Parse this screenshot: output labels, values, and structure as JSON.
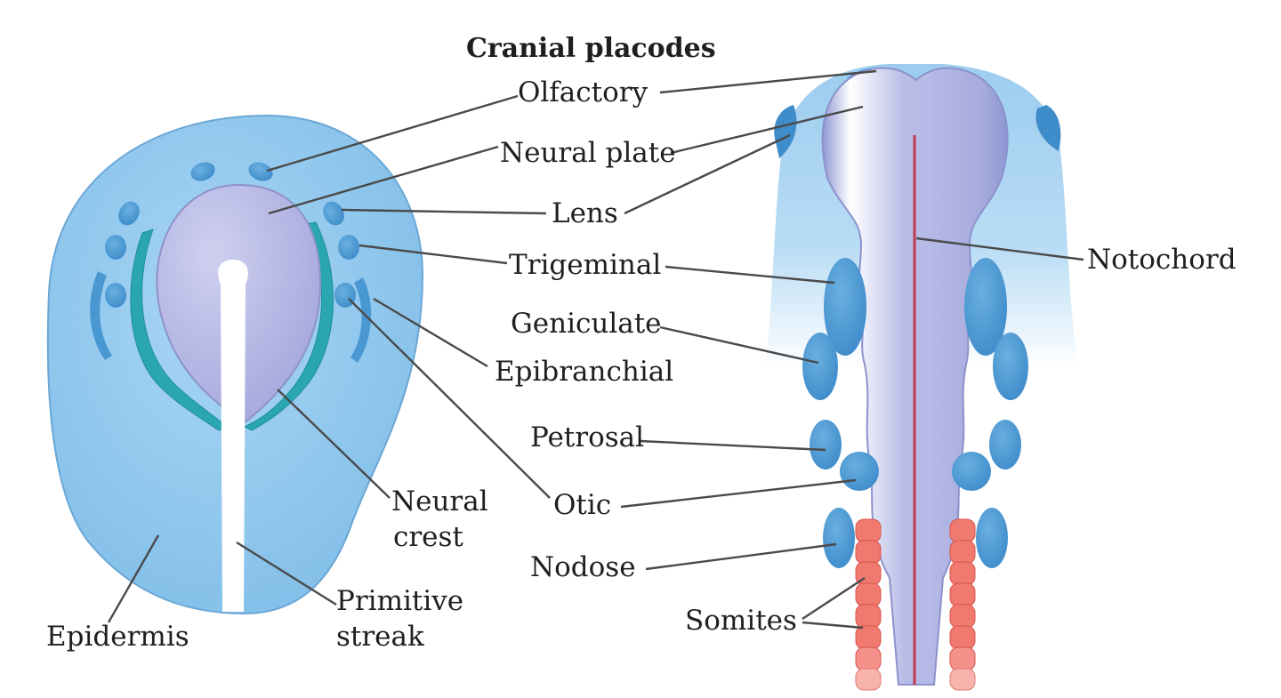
{
  "title": "Cranial placodes",
  "labels": {
    "olfactory": "Olfactory",
    "neural_plate": "Neural plate",
    "lens": "Lens",
    "trigeminal": "Trigeminal",
    "geniculate": "Geniculate",
    "epibranchial": "Epibranchial",
    "petrosal": "Petrosal",
    "otic": "Otic",
    "nodose": "Nodose",
    "somites": "Somites",
    "notochord": "Notochord",
    "neural_crest_1": "Neural",
    "neural_crest_2": "crest",
    "primitive_streak_1": "Primitive",
    "primitive_streak_2": "streak",
    "epidermis": "Epidermis"
  },
  "colors": {
    "epidermis": "#8cc4ea",
    "placode": "#4a98d2",
    "neural_plate": "#b3b4e2",
    "neural_crest": "#2aa6b0",
    "notochord": "#c43a4a",
    "somite": "#f07a70"
  }
}
